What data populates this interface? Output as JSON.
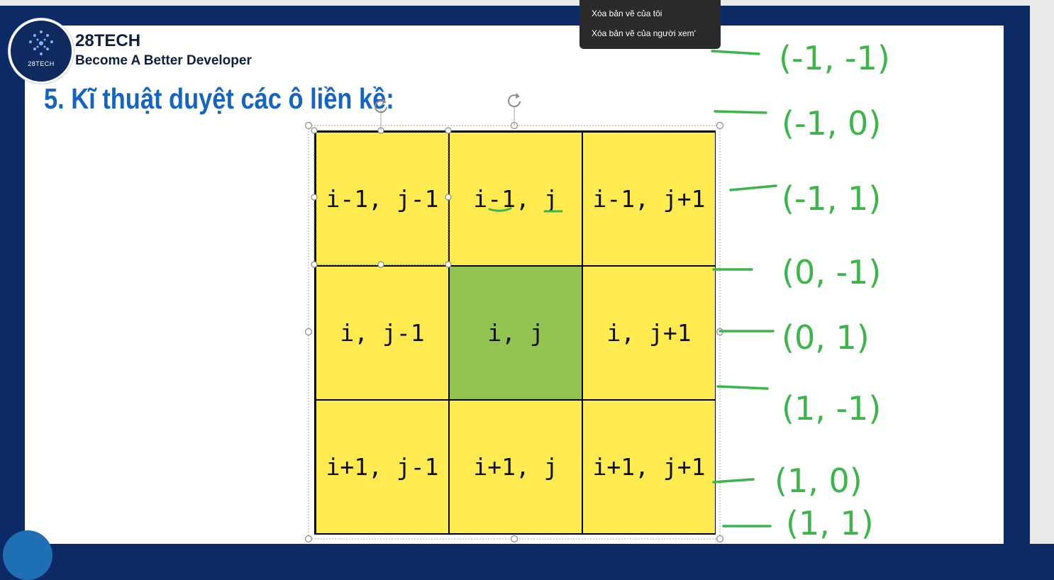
{
  "header": {
    "brand": "28TECH",
    "tagline": "Become A Better Developer",
    "logo_text": "28TECH"
  },
  "slide": {
    "title": "5. Kĩ thuật duyệt các ô liền kề:"
  },
  "grid": {
    "cells": [
      [
        "i-1, j-1",
        "i-1, j",
        "i-1, j+1"
      ],
      [
        "i, j-1",
        "i, j",
        "i, j+1"
      ],
      [
        "i+1, j-1",
        "i+1, j",
        "i+1, j+1"
      ]
    ],
    "colors": {
      "neighbor": "#ffea4f",
      "center": "#92c24f"
    }
  },
  "tooltip_menu": {
    "items": [
      "Xóa bản vẽ của tôi",
      "Xóa bản vẽ của người xem'"
    ]
  },
  "annotations": {
    "color": "#3cb64a",
    "pairs": [
      "(-1, -1)",
      "(-1, 0)",
      "(-1, 1)",
      "(0, -1)",
      "(0, 1)",
      "(1, -1)",
      "(1, 0)",
      "(1, 1)"
    ]
  }
}
